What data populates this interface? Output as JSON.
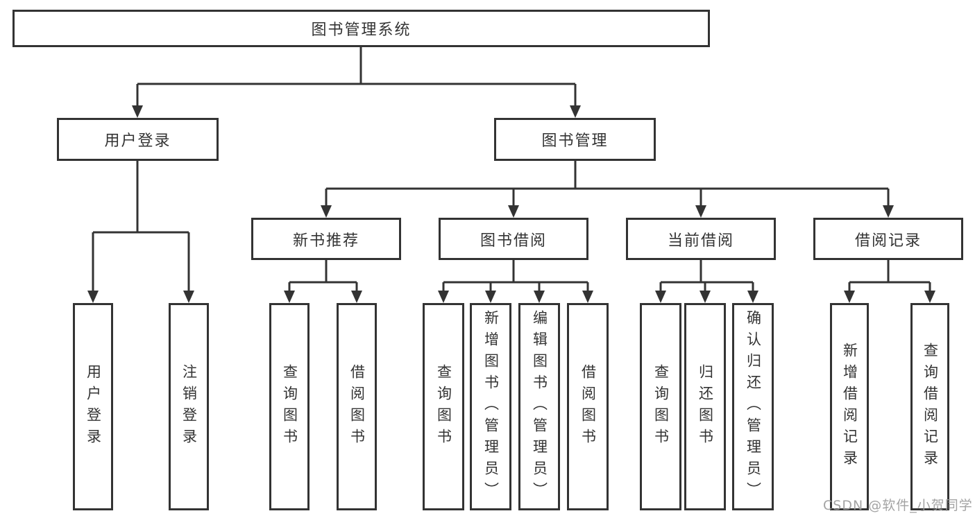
{
  "tree": {
    "root": {
      "label": "图书管理系统",
      "children": [
        {
          "label": "用户登录",
          "children": [
            {
              "label": "用户登录"
            },
            {
              "label": "注销登录"
            }
          ]
        },
        {
          "label": "图书管理",
          "children": [
            {
              "label": "新书推荐",
              "children": [
                {
                  "label": "查询图书"
                },
                {
                  "label": "借阅图书"
                }
              ]
            },
            {
              "label": "图书借阅",
              "children": [
                {
                  "label": "查询图书"
                },
                {
                  "label": "新增图书（管理员）"
                },
                {
                  "label": "编辑图书（管理员）"
                },
                {
                  "label": "借阅图书"
                }
              ]
            },
            {
              "label": "当前借阅",
              "children": [
                {
                  "label": "查询图书"
                },
                {
                  "label": "归还图书"
                },
                {
                  "label": "确认归还（管理员）"
                }
              ]
            },
            {
              "label": "借阅记录",
              "children": [
                {
                  "label": "新增借阅记录"
                },
                {
                  "label": "查询借阅记录"
                }
              ]
            }
          ]
        }
      ]
    }
  },
  "watermark": {
    "text": "CSDN @软件_小贺同学",
    "color": "#9b9b9b"
  },
  "colors": {
    "line": "#333333",
    "box_background": "#ffffff",
    "text": "#333333"
  }
}
